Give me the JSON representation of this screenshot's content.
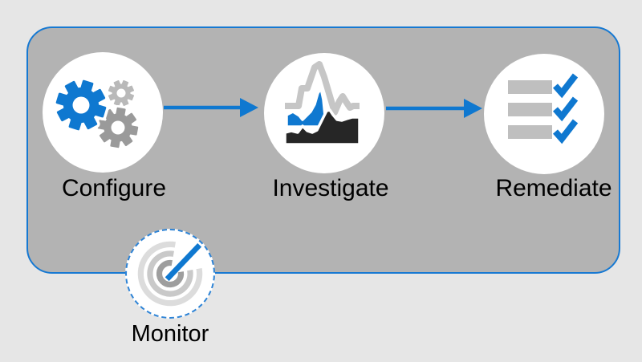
{
  "diagram": {
    "steps": [
      {
        "label": "Configure",
        "icon": "gears-icon"
      },
      {
        "label": "Investigate",
        "icon": "area-chart-icon"
      },
      {
        "label": "Remediate",
        "icon": "checklist-icon"
      }
    ],
    "monitor": {
      "label": "Monitor",
      "icon": "radar-gauge-icon"
    },
    "colors": {
      "accent_blue": "#0f78d0",
      "panel_border_blue": "#1779d2",
      "dashed_border_blue": "#2d83d6",
      "panel_gray": "#b3b3b3",
      "page_background": "#e6e6e6",
      "chart_dark": "#262626",
      "chart_light_gray": "#c6c6c6",
      "gear_mid_gray": "#9a9a9a",
      "gear_light_gray": "#b9b9b9",
      "checklist_bar_gray": "#bfbfbf"
    }
  }
}
